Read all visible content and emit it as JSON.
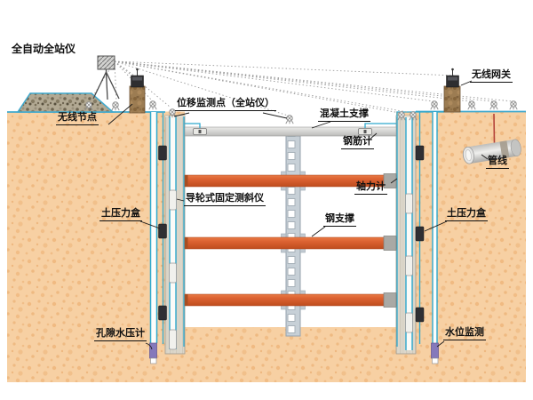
{
  "labels": {
    "total_station": "全自动全站仪",
    "wireless_node": "无线节点",
    "displacement_point": "位移监测点（全站仪）",
    "concrete_support": "混凝土支撑",
    "wireless_gateway": "无线网关",
    "rebar_meter": "钢筋计",
    "pipeline": "管线",
    "axial_force_meter": "轴力计",
    "inclinometer": "导轮式固定测斜仪",
    "steel_support": "钢支撑",
    "earth_pressure_left": "土压力盒",
    "earth_pressure_right": "土压力盒",
    "pore_pressure": "孔隙水压计",
    "water_level": "水位监测"
  },
  "icons": {
    "survey_marker": "circle-cross-target",
    "total_station": "tripod-instrument",
    "wireless_node": "pillar-with-device",
    "wireless_gateway": "pillar-with-device",
    "pipeline": "cylinder-pipe"
  },
  "colors": {
    "soil_base": "#F7D0A3",
    "soil_speckle": "#E8A667",
    "strut_orange": "#D9602E",
    "concrete_gray": "#CFCFCD",
    "wall_gray": "#DCD7CB",
    "cable_blue": "#2FA9CE",
    "sensor_purple": "#8579BB",
    "sensor_box_dark": "#2F2F33",
    "column_gray": "#C7D0D7",
    "pipe_gray": "#D6D6D4",
    "label_color": "#111111"
  }
}
